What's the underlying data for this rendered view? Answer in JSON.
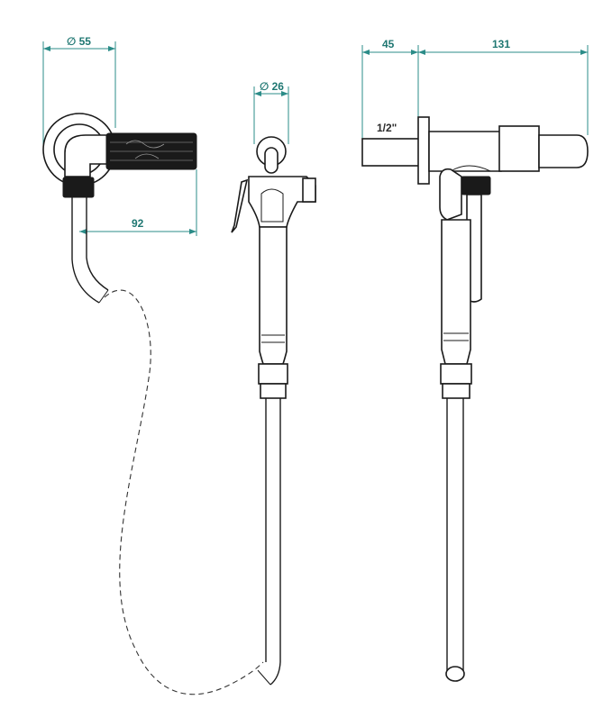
{
  "dimensions": {
    "rosette_diameter": "∅ 55",
    "head_diameter": "∅ 26",
    "body_length": "92",
    "wall_depth": "45",
    "valve_length": "131",
    "thread_size": "1/2\""
  },
  "colors": {
    "dimension_line": "#2b8c88",
    "dimension_text": "#1f7772",
    "outline": "#1a1a1a"
  }
}
